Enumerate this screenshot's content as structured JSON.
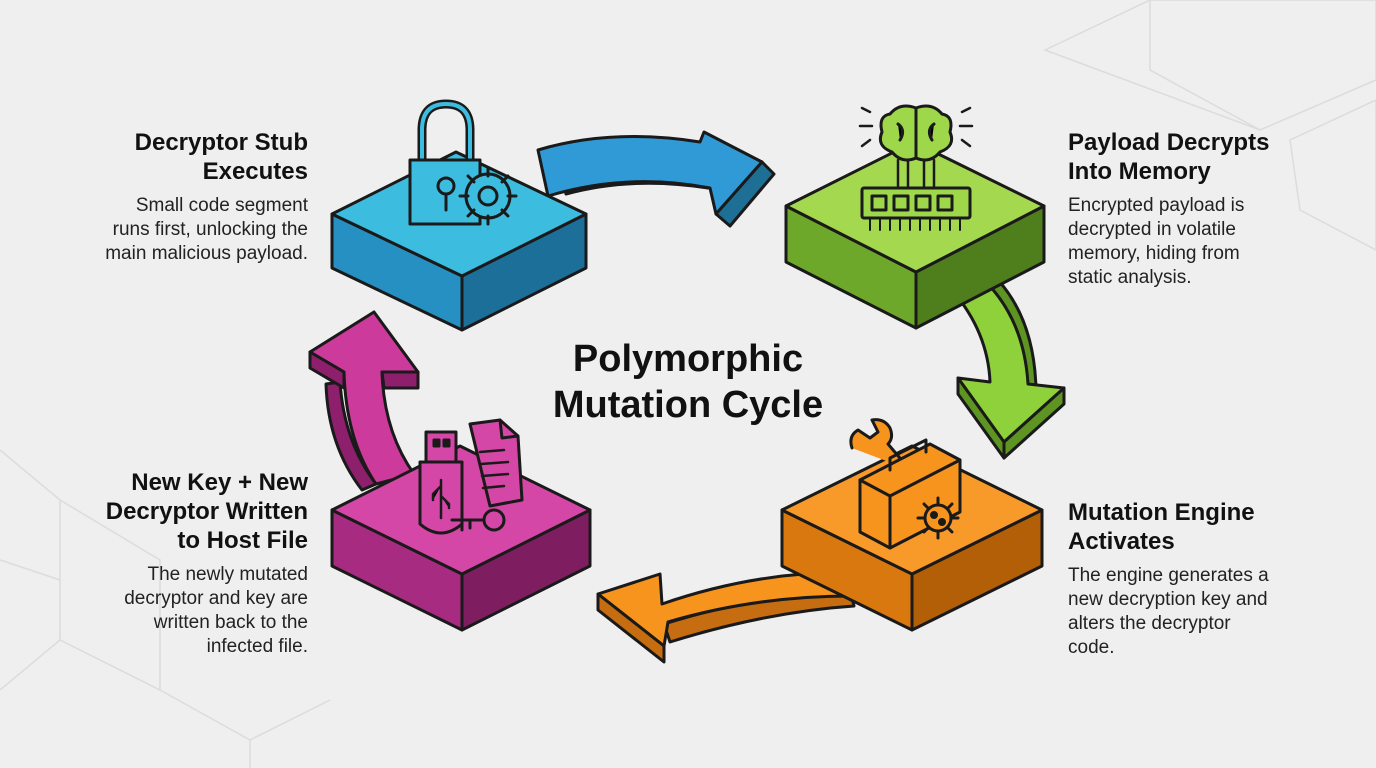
{
  "title": {
    "line1": "Polymorphic",
    "line2": "Mutation Cycle"
  },
  "colors": {
    "background": "#efefef",
    "blue": "#3cbde0",
    "green": "#8fd13a",
    "orange": "#f7941d",
    "magenta": "#cc3a9c",
    "outline": "#1a1a1a"
  },
  "steps": [
    {
      "id": "decryptor-stub",
      "heading": [
        "Decryptor Stub",
        "Executes"
      ],
      "description": [
        "Small code segment",
        "runs first, unlocking the",
        "main malicious payload."
      ],
      "icon": "lock-gear-icon"
    },
    {
      "id": "payload-decrypts",
      "heading": [
        "Payload Decrypts",
        "Into Memory"
      ],
      "description": [
        "Encrypted payload is",
        "decrypted in volatile",
        "memory, hiding from",
        "static analysis."
      ],
      "icon": "brain-memory-icon"
    },
    {
      "id": "mutation-engine",
      "heading": [
        "Mutation Engine",
        "Activates"
      ],
      "description": [
        "The engine generates a",
        "new decryption key and",
        "alters the decryptor",
        "code."
      ],
      "icon": "toolbox-virus-icon"
    },
    {
      "id": "new-key-written",
      "heading": [
        "New Key + New",
        "Decryptor Written",
        "to Host File"
      ],
      "description": [
        "The newly mutated",
        "decryptor and key are",
        "written back to the",
        "infected file."
      ],
      "icon": "usb-key-file-icon"
    }
  ]
}
